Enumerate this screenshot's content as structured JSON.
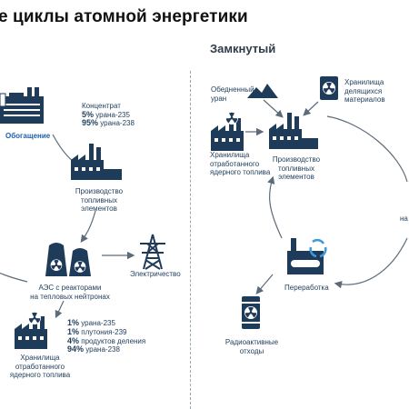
{
  "title": "е циклы атомной энергетики",
  "closed_heading": "Замкнутый",
  "left": {
    "enrichment": "Обогащение",
    "concentrate_title": "Концентрат",
    "concentrate_1_pct": "5%",
    "concentrate_1_rest": " урана-235",
    "concentrate_2_pct": "95%",
    "concentrate_2_rest": " урана-238",
    "fuel_production_1": "Производство",
    "fuel_production_2": "топливных",
    "fuel_production_3": "элементов",
    "npp_1": "АЭС с реакторами",
    "npp_2": "на тепловых нейтронах",
    "electricity": "Электричество",
    "storage_1": "Хранилища",
    "storage_2": "отработанного",
    "storage_3": "ядерного топлива",
    "spent_1_pct": "1%",
    "spent_1_rest": " урана-235",
    "spent_2_pct": "1%",
    "spent_2_rest": " плутония-239",
    "spent_3_pct": "4%",
    "spent_3_rest": " продуктов деления",
    "spent_4_pct": "94%",
    "spent_4_rest": " урана-238"
  },
  "right": {
    "depleted_1": "Обедненный",
    "depleted_2": "уран",
    "fissile_1": "Хранилища",
    "fissile_2": "делящихся",
    "fissile_3": "материалов",
    "storage_1": "Хранилища",
    "storage_2": "отработанного",
    "storage_3": "ядерного топлива",
    "fuel_production_1": "Производство",
    "fuel_production_2": "топливных",
    "fuel_production_3": "элементов",
    "edge_label": "на",
    "reprocessing": "Переработка",
    "waste_1": "Радиоактивные",
    "waste_2": "отходы"
  },
  "colors": {
    "navy": "#1f3b5a",
    "blue": "#1f5fa8",
    "arrow": "#5d6b79"
  }
}
